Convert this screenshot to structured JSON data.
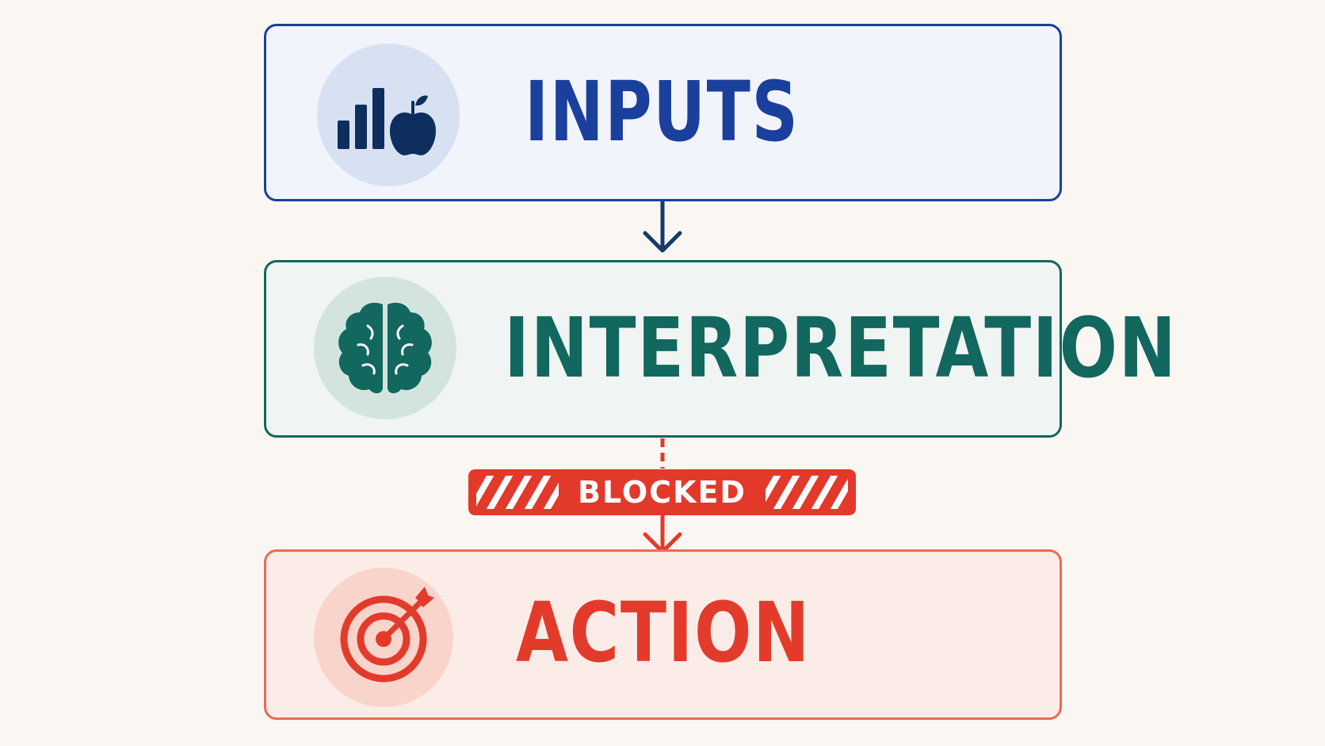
{
  "colors": {
    "background": "#faf7f2",
    "inputs": "#1b3f9c",
    "inputs_icon": "#0e2f5e",
    "inputs_circle": "#d7e1f2",
    "interpretation": "#12675f",
    "interpretation_circle": "#d3e4df",
    "action": "#e23b2c",
    "action_border": "#ea6a55",
    "action_circle": "#f9d4ca",
    "blocked": "#e2392b",
    "connector": "#163a6b"
  },
  "stages": [
    {
      "label": "INPUTS",
      "icon": "bar-chart-apple-icon"
    },
    {
      "label": "INTERPRETATION",
      "icon": "brain-icon"
    },
    {
      "label": "ACTION",
      "icon": "target-arrow-icon"
    }
  ],
  "blocked": {
    "label": "BLOCKED"
  }
}
